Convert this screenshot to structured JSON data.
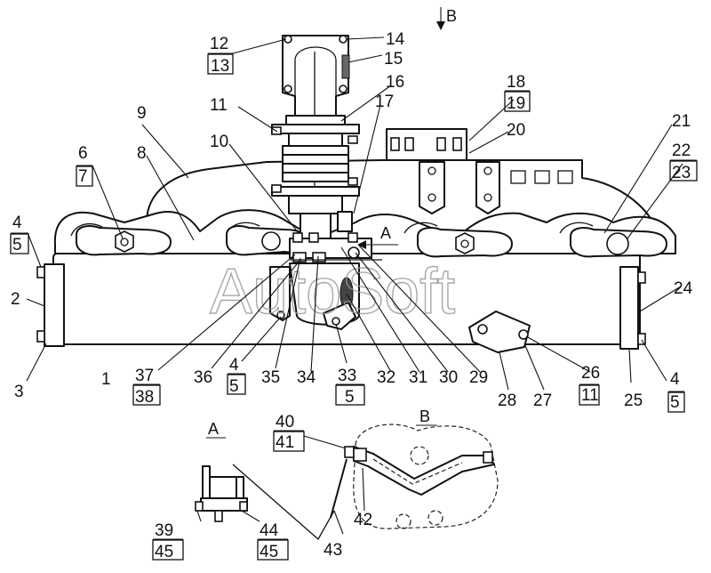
{
  "watermark": "AutoSoft",
  "views": {
    "a_label": "A",
    "b_label": "B",
    "b_arrow_label": "B",
    "a_arrow_label": "A"
  },
  "callouts": {
    "c1": "1",
    "c2": "2",
    "c3": "3",
    "c4a": "4",
    "c5a": "5",
    "c6": "6",
    "c7": "7",
    "c8": "8",
    "c9": "9",
    "c10": "10",
    "c11": "11",
    "c12": "12",
    "c13": "13",
    "c14": "14",
    "c15": "15",
    "c16": "16",
    "c17": "17",
    "c18": "18",
    "c19": "19",
    "c20": "20",
    "c21": "21",
    "c22": "22",
    "c23": "23",
    "c24": "24",
    "c25": "25",
    "c26": "26",
    "c11b": "11",
    "c27": "27",
    "c28": "28",
    "c29": "29",
    "c30": "30",
    "c31": "31",
    "c32": "32",
    "c33": "33",
    "c5b": "5",
    "c34": "34",
    "c35": "35",
    "c4b": "4",
    "c5c": "5",
    "c36": "36",
    "c37": "37",
    "c38": "38",
    "c4c": "4",
    "c5d": "5",
    "c39": "39",
    "c45a": "45",
    "c44": "44",
    "c45b": "45",
    "c40": "40",
    "c41": "41",
    "c42": "42",
    "c43": "43"
  }
}
